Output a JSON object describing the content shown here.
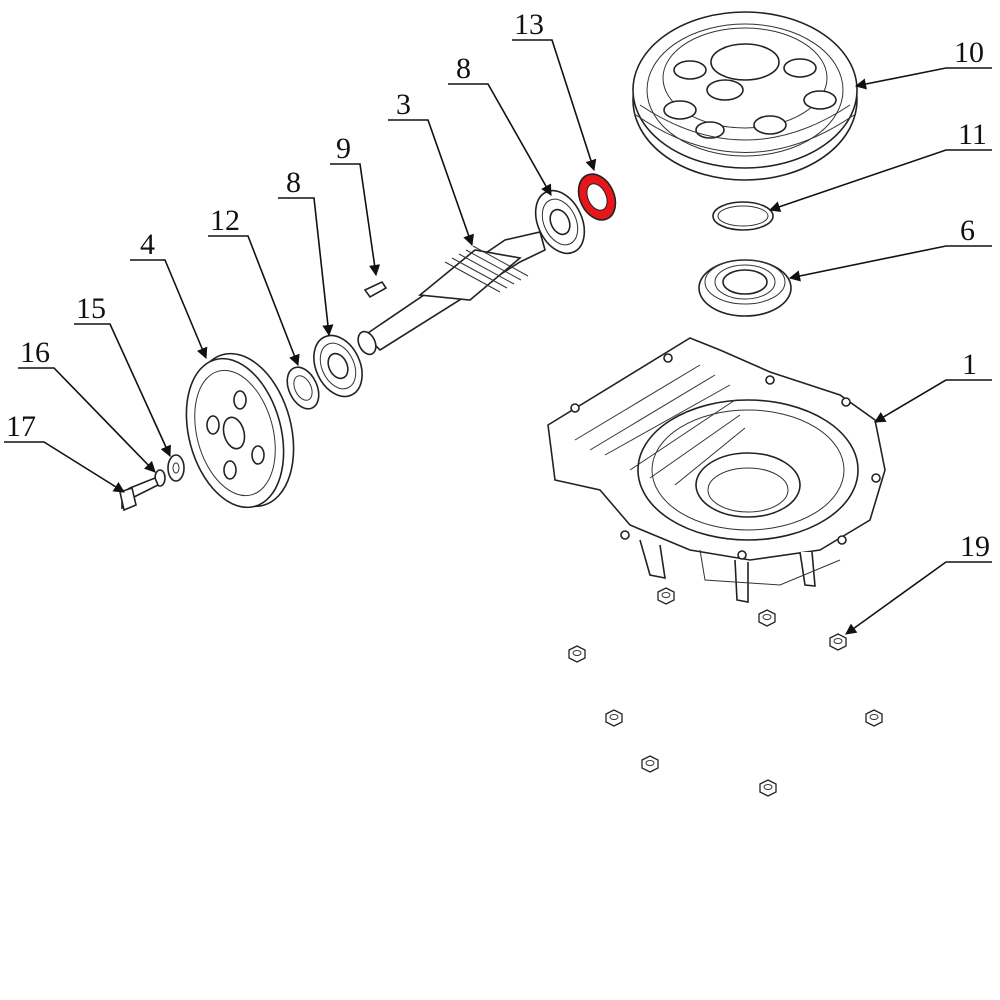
{
  "callouts": {
    "p1": "1",
    "p3": "3",
    "p4": "4",
    "p6": "6",
    "p8a": "8",
    "p8b": "8",
    "p9": "9",
    "p10": "10",
    "p11": "11",
    "p12": "12",
    "p13": "13",
    "p15": "15",
    "p16": "16",
    "p17": "17",
    "p19": "19"
  },
  "colors": {
    "highlight": "#e8161a",
    "line": "#111111"
  }
}
